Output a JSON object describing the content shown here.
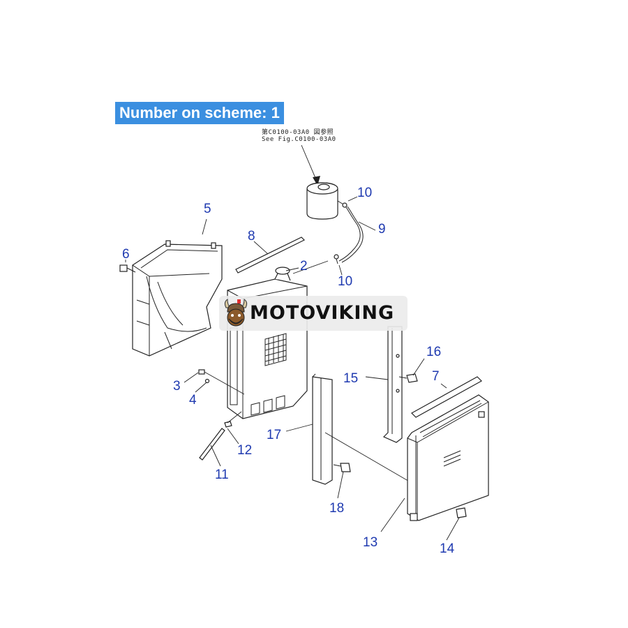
{
  "header": {
    "banner": "Number on scheme: 1",
    "ref_jp": "第C0100-03A0 図参照",
    "ref_en": "See Fig.C0100-03A0"
  },
  "watermark": {
    "brand": "MOTOVIKING",
    "logo_icon": "viking-helmet-icon"
  },
  "callouts": [
    {
      "id": "c10a",
      "label": "10"
    },
    {
      "id": "c9",
      "label": "9"
    },
    {
      "id": "c5",
      "label": "5"
    },
    {
      "id": "c8",
      "label": "8"
    },
    {
      "id": "c6",
      "label": "6"
    },
    {
      "id": "c2",
      "label": "2"
    },
    {
      "id": "c10b",
      "label": "10"
    },
    {
      "id": "c16",
      "label": "16"
    },
    {
      "id": "c15",
      "label": "15"
    },
    {
      "id": "c7",
      "label": "7"
    },
    {
      "id": "c3",
      "label": "3"
    },
    {
      "id": "c4",
      "label": "4"
    },
    {
      "id": "c17",
      "label": "17"
    },
    {
      "id": "c12",
      "label": "12"
    },
    {
      "id": "c11",
      "label": "11"
    },
    {
      "id": "c18",
      "label": "18"
    },
    {
      "id": "c13",
      "label": "13"
    },
    {
      "id": "c14",
      "label": "14"
    }
  ],
  "colors": {
    "banner_bg": "#3b8fe0",
    "callout": "#1f3ab0",
    "line": "#222222"
  }
}
